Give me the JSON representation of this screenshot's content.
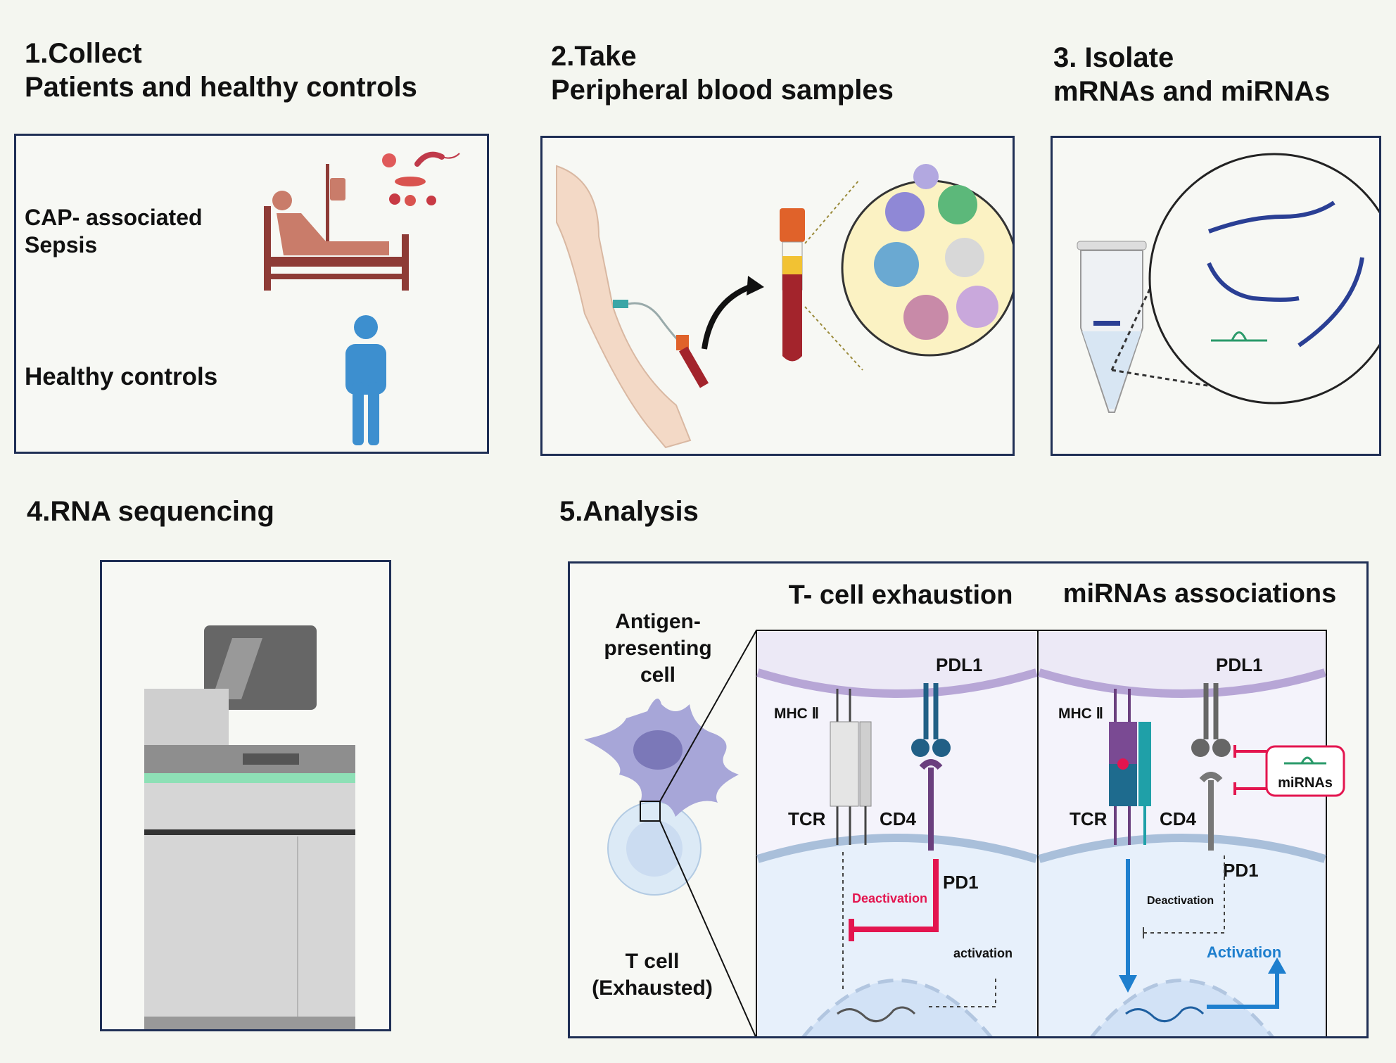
{
  "steps": {
    "collect": {
      "title": "1.Collect",
      "subtitle": "Patients and healthy controls"
    },
    "take": {
      "title": "2.Take",
      "subtitle": "Peripheral blood samples"
    },
    "isolate": {
      "title": "3. Isolate",
      "subtitle": "mRNAs and miRNAs"
    },
    "sequencing": {
      "title": "4.RNA sequencing"
    },
    "analysis": {
      "title": "5.Analysis"
    }
  },
  "collect_panel": {
    "sepsis_label_line1": "CAP- associated",
    "sepsis_label_line2": "Sepsis",
    "healthy_label": "Healthy controls"
  },
  "analysis_panel": {
    "apc_line1": "Antigen-",
    "apc_line2": "presenting",
    "apc_line3": "cell",
    "tcell_line1": "T cell",
    "tcell_line2": "(Exhausted)",
    "left": {
      "heading": "T- cell exhaustion",
      "pdl1": "PDL1",
      "mhc": "MHC Ⅱ",
      "tcr": "TCR",
      "cd4": "CD4",
      "pd1": "PD1",
      "deactivation": "Deactivation",
      "activation": "activation"
    },
    "right": {
      "heading": "miRNAs associations",
      "pdl1": "PDL1",
      "mhc": "MHC Ⅱ",
      "tcr": "TCR",
      "cd4": "CD4",
      "pd1": "PD1",
      "mirnas": "miRNAs",
      "deactivation": "Deactivation",
      "activation": "Activation"
    }
  },
  "colors": {
    "panel_border": "#1f2f55",
    "patient": "#c97c6a",
    "bed": "#8e3b36",
    "healthy": "#3d8fcf",
    "tube_cap": "#e0622a",
    "blood": "#a3242c",
    "rna": "#2a3f94",
    "mirna": "#2a9a6a",
    "apc": "#a7a6d8",
    "membrane": "#b7a6d6",
    "pd1": "#6a3f7e",
    "pdl1": "#215f86",
    "inhibit": "#e3154f",
    "activation": "#1e7fce"
  }
}
